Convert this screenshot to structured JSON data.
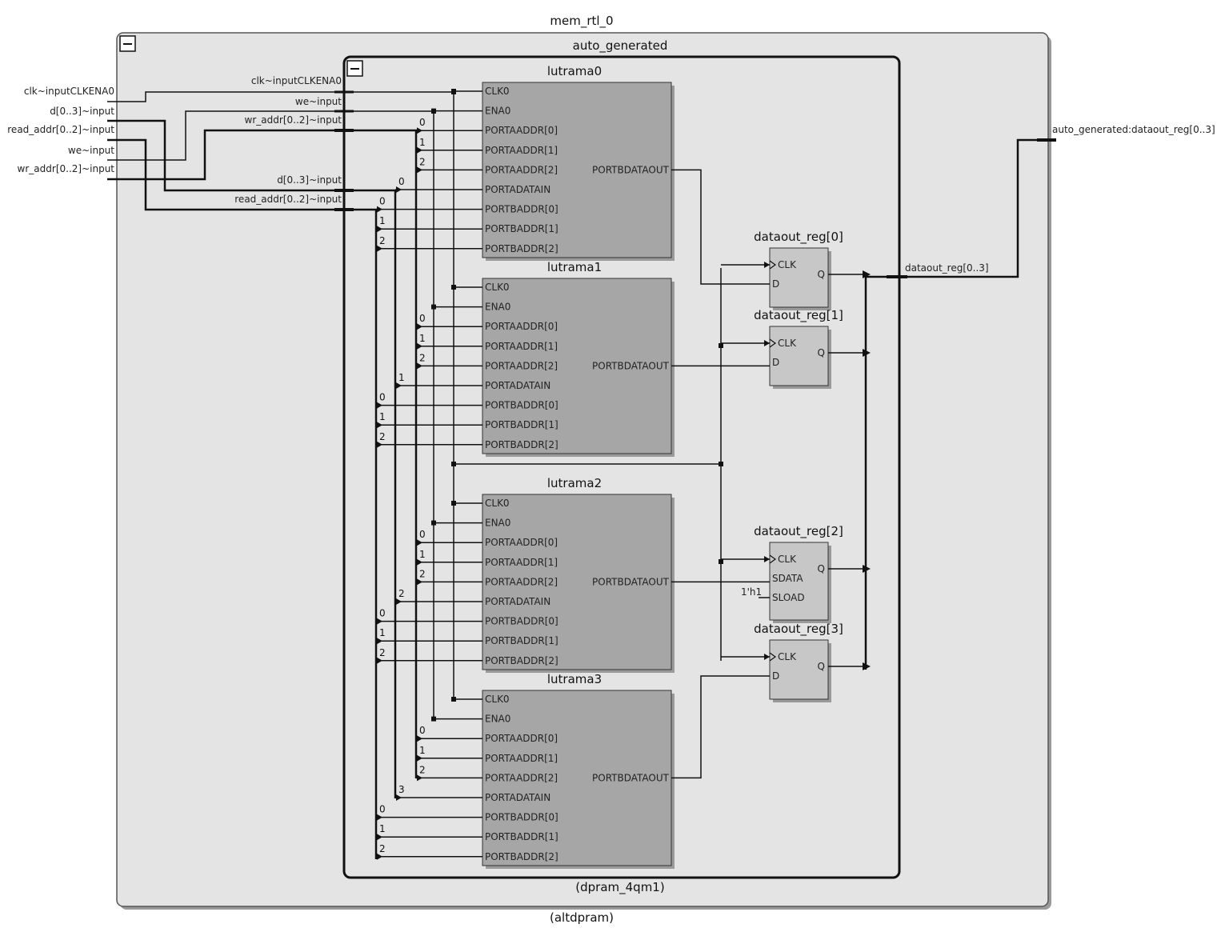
{
  "title": "mem_rtl_0",
  "outer": {
    "name": "auto_generated",
    "footer": "(altdpram)"
  },
  "inner": {
    "footer": "(dpram_4qm1)"
  },
  "inputs": [
    "clk~inputCLKENA0",
    "d[0..3]~input",
    "read_addr[0..2]~input",
    "we~input",
    "wr_addr[0..2]~input"
  ],
  "internal_inputs": [
    "clk~inputCLKENA0",
    "we~input",
    "wr_addr[0..2]~input",
    "d[0..3]~input",
    "read_addr[0..2]~input"
  ],
  "output": "auto_generated:dataout_reg[0..3]",
  "bus_label": "dataout_reg[0..3]",
  "const_label": "1'h1",
  "rams": [
    {
      "name": "lutrama0",
      "out": "PORTBDATAOUT",
      "din_index": "0",
      "ports": [
        "CLK0",
        "ENA0",
        "PORTAADDR[0]",
        "PORTAADDR[1]",
        "PORTAADDR[2]",
        "PORTADATAIN",
        "PORTBADDR[0]",
        "PORTBADDR[1]",
        "PORTBADDR[2]"
      ]
    },
    {
      "name": "lutrama1",
      "out": "PORTBDATAOUT",
      "din_index": "1",
      "ports": [
        "CLK0",
        "ENA0",
        "PORTAADDR[0]",
        "PORTAADDR[1]",
        "PORTAADDR[2]",
        "PORTADATAIN",
        "PORTBADDR[0]",
        "PORTBADDR[1]",
        "PORTBADDR[2]"
      ]
    },
    {
      "name": "lutrama2",
      "out": "PORTBDATAOUT",
      "din_index": "2",
      "ports": [
        "CLK0",
        "ENA0",
        "PORTAADDR[0]",
        "PORTAADDR[1]",
        "PORTAADDR[2]",
        "PORTADATAIN",
        "PORTBADDR[0]",
        "PORTBADDR[1]",
        "PORTBADDR[2]"
      ]
    },
    {
      "name": "lutrama3",
      "out": "PORTBDATAOUT",
      "din_index": "3",
      "ports": [
        "CLK0",
        "ENA0",
        "PORTAADDR[0]",
        "PORTAADDR[1]",
        "PORTAADDR[2]",
        "PORTADATAIN",
        "PORTBADDR[0]",
        "PORTBADDR[1]",
        "PORTBADDR[2]"
      ]
    }
  ],
  "addr_indices": [
    "0",
    "1",
    "2"
  ],
  "regs": [
    {
      "name": "dataout_reg[0]",
      "ports": [
        "CLK",
        "D"
      ],
      "q": "Q"
    },
    {
      "name": "dataout_reg[1]",
      "ports": [
        "CLK",
        "D"
      ],
      "q": "Q"
    },
    {
      "name": "dataout_reg[2]",
      "ports": [
        "CLK",
        "SDATA",
        "SLOAD"
      ],
      "q": "Q"
    },
    {
      "name": "dataout_reg[3]",
      "ports": [
        "CLK",
        "D"
      ],
      "q": "Q"
    }
  ],
  "colors": {
    "outer_fill": "#e4e4e4",
    "block_fill": "#a6a6a6",
    "reg_fill": "#c7c7c7",
    "line": "#111111",
    "shadow": "#9a9a9a"
  },
  "icons": [
    "collapse-icon"
  ]
}
